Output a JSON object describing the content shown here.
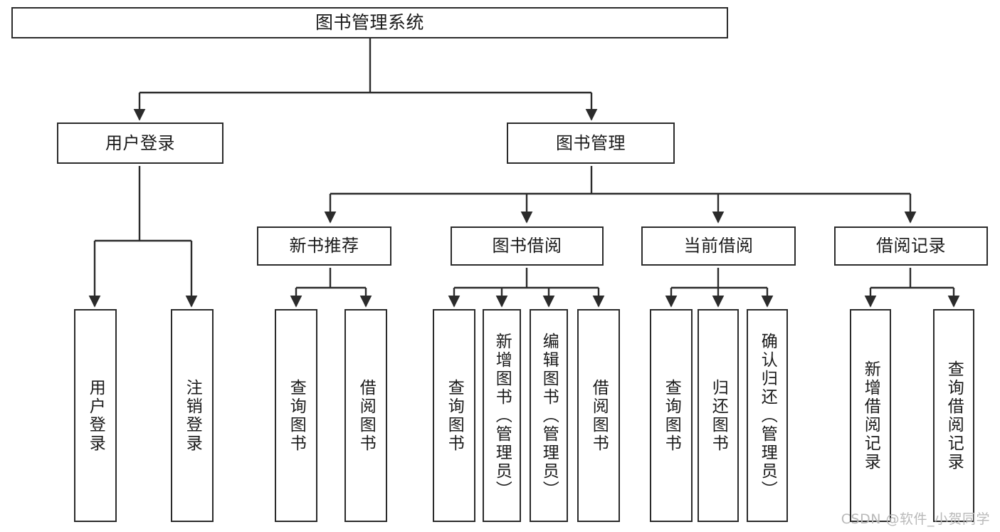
{
  "diagram": {
    "title": "图书管理系统",
    "type": "tree-hierarchy",
    "colors": {
      "stroke": "#2b2b2b",
      "fill": "#ffffff",
      "text": "#1a1a1a",
      "watermark": "#b9b9b9"
    },
    "root": {
      "label": "图书管理系统"
    },
    "level1": [
      {
        "label": "用户登录"
      },
      {
        "label": "图书管理"
      }
    ],
    "level2": [
      {
        "label": "新书推荐"
      },
      {
        "label": "图书借阅"
      },
      {
        "label": "当前借阅"
      },
      {
        "label": "借阅记录"
      }
    ],
    "leaves": {
      "user_login": [
        {
          "label": "用户登录"
        },
        {
          "label": "注销登录"
        }
      ],
      "new_book": [
        {
          "label": "查询图书"
        },
        {
          "label": "借阅图书"
        }
      ],
      "book_borrow": [
        {
          "label": "查询图书"
        },
        {
          "label": "新增图书（管理员）"
        },
        {
          "label": "编辑图书（管理员）"
        },
        {
          "label": "借阅图书"
        }
      ],
      "current_borrow": [
        {
          "label": "查询图书"
        },
        {
          "label": "归还图书"
        },
        {
          "label": "确认归还（管理员）"
        }
      ],
      "borrow_record": [
        {
          "label": "新增借阅记录"
        },
        {
          "label": "查询借阅记录"
        }
      ]
    }
  },
  "watermark": {
    "text": "CSDN @软件_小贺同学"
  }
}
